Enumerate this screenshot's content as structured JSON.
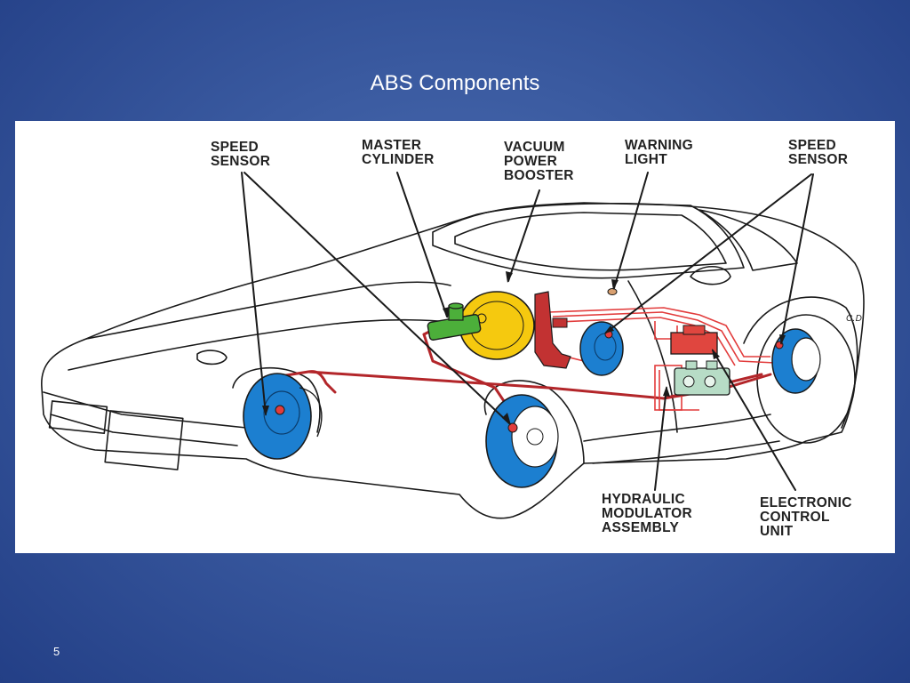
{
  "slide": {
    "title": "ABS Components",
    "page_number": "5"
  },
  "diagram": {
    "labels": {
      "speed_sensor_left": "SPEED\nSENSOR",
      "master_cylinder": "MASTER\nCYLINDER",
      "vacuum_power_booster": "VACUUM\nPOWER\nBOOSTER",
      "warning_light": "WARNING\nLIGHT",
      "speed_sensor_right": "SPEED\nSENSOR",
      "hydraulic_modulator": "HYDRAULIC\nMODULATOR\nASSEMBLY",
      "electronic_control_unit": "ELECTRONIC\nCONTROL\nUNIT",
      "badge": "C.D"
    },
    "colors": {
      "brake_line": "#b3262a",
      "wiring": "#e23c3c",
      "wheel_hub": "#1c7fd0",
      "booster": "#f5c90f",
      "master_cylinder": "#4caf3a",
      "ecu": "#e0463f",
      "modulator": "#b7dcc6"
    }
  }
}
